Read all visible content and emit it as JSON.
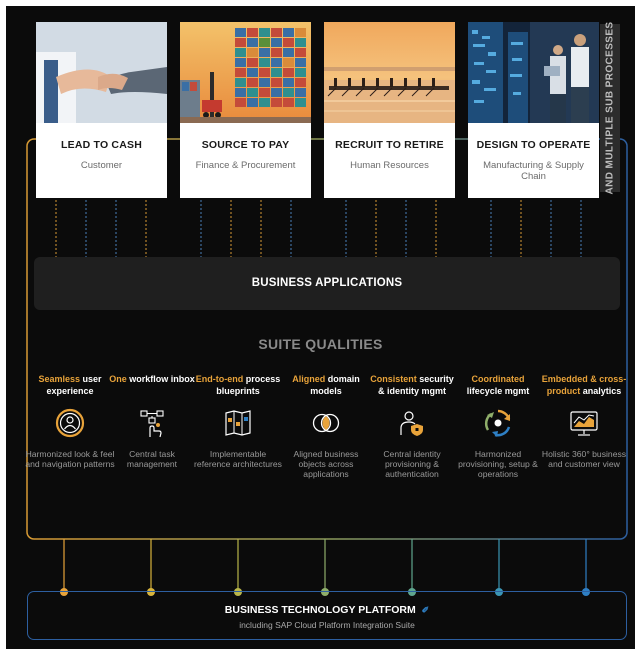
{
  "cards": [
    {
      "title": "LEAD TO CASH",
      "subtitle": "Customer"
    },
    {
      "title": "SOURCE TO PAY",
      "subtitle": "Finance & Procurement"
    },
    {
      "title": "RECRUIT TO RETIRE",
      "subtitle": "Human Resources"
    },
    {
      "title": "DESIGN TO OPERATE",
      "subtitle": "Manufacturing & Supply Chain"
    }
  ],
  "side_tab": "AND MULTIPLE SUB PROCESSES",
  "business_applications": "BUSINESS APPLICATIONS",
  "suite_qualities_title": "SUITE QUALITIES",
  "qualities": [
    {
      "accent": "Seamless",
      "rest": " user experience",
      "icon": "user-circle-icon",
      "description": "Harmonized look & feel and navigation patterns"
    },
    {
      "accent": "One",
      "rest": " workflow inbox",
      "icon": "workflow-hand-icon",
      "description": "Central task management"
    },
    {
      "accent": "End-to-end",
      "rest": " process blueprints",
      "icon": "blueprint-map-icon",
      "description": "Implementable reference architectures"
    },
    {
      "accent": "Aligned",
      "rest": " domain models",
      "icon": "overlapping-circles-icon",
      "description": "Aligned business objects across applications"
    },
    {
      "accent": "Consistent",
      "rest": " security & identity mgmt",
      "icon": "identity-shield-icon",
      "description": "Central identity provisioning & authentication"
    },
    {
      "accent": "Coordinated",
      "rest": " lifecycle mgmt",
      "icon": "lifecycle-cycle-icon",
      "description": "Harmonized provisioning, setup & operations"
    },
    {
      "accent": "Embedded & cross-product",
      "rest": " analytics",
      "icon": "analytics-monitor-icon",
      "description": "Holistic 360° business and customer view"
    }
  ],
  "platform": {
    "title": "BUSINESS TECHNOLOGY PLATFORM",
    "subtitle": "including SAP Cloud Platform Integration Suite"
  },
  "colors": {
    "accent_orange": "#e8a33a",
    "line_blue": "#2d5fa0",
    "dot_colors": [
      "#e8a33a",
      "#d9b53c",
      "#b9b64a",
      "#8fae6a",
      "#5fa68e",
      "#3b95b4",
      "#2e7fc4"
    ]
  }
}
